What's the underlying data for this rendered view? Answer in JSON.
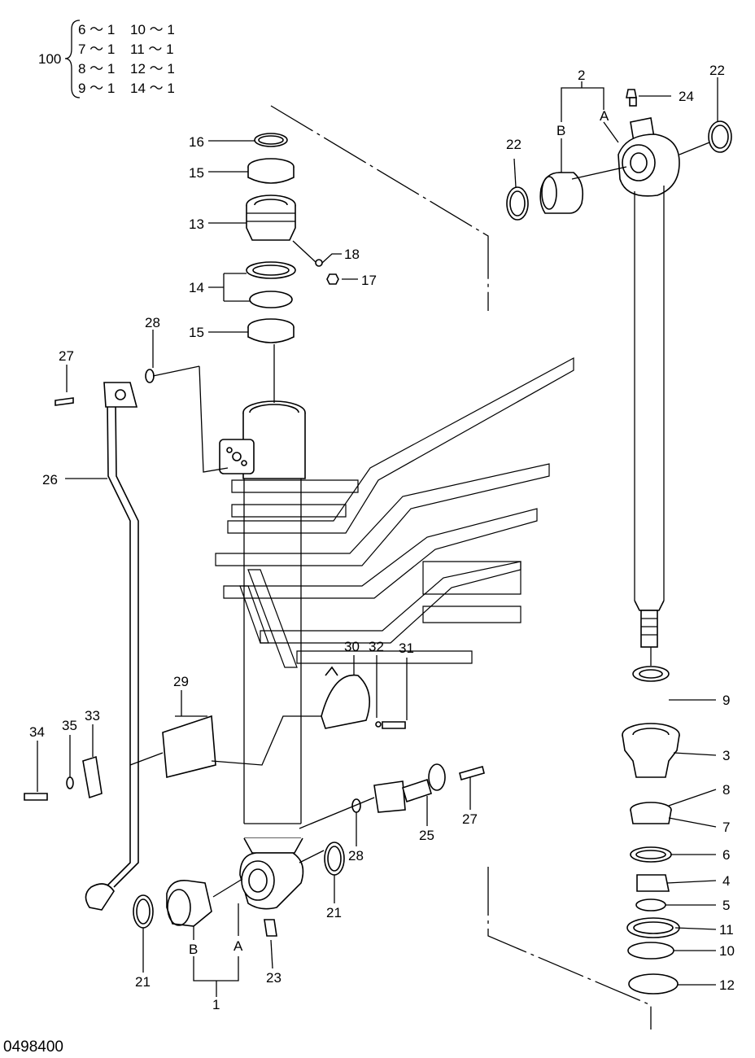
{
  "kit": {
    "number": "100",
    "entries": [
      "6 ～ 1",
      "10 ～ 1",
      "7 ～ 1",
      "11 ～ 1",
      "8 ～ 1",
      "12 ～ 1",
      "9 ～ 1",
      "14 ～ 1"
    ]
  },
  "labels": {
    "p1": "1",
    "p2": "2",
    "p3": "3",
    "p4": "4",
    "p5": "5",
    "p6": "6",
    "p7": "7",
    "p8": "8",
    "p9": "9",
    "p10": "10",
    "p11": "11",
    "p12": "12",
    "p13": "13",
    "p14": "14",
    "p15a": "15",
    "p15b": "15",
    "p16": "16",
    "p17": "17",
    "p18": "18",
    "p21a": "21",
    "p21b": "21",
    "p22a": "22",
    "p22b": "22",
    "p23": "23",
    "p24": "24",
    "p25": "25",
    "p26": "26",
    "p27a": "27",
    "p27b": "27",
    "p28a": "28",
    "p28b": "28",
    "p29": "29",
    "p30": "30",
    "p31": "31",
    "p32": "32",
    "p33": "33",
    "p34": "34",
    "p35": "35",
    "a_bottom": "A",
    "b_bottom": "B",
    "a_top": "A",
    "b_top": "B"
  },
  "footer": {
    "drawing_number": "0498400"
  }
}
